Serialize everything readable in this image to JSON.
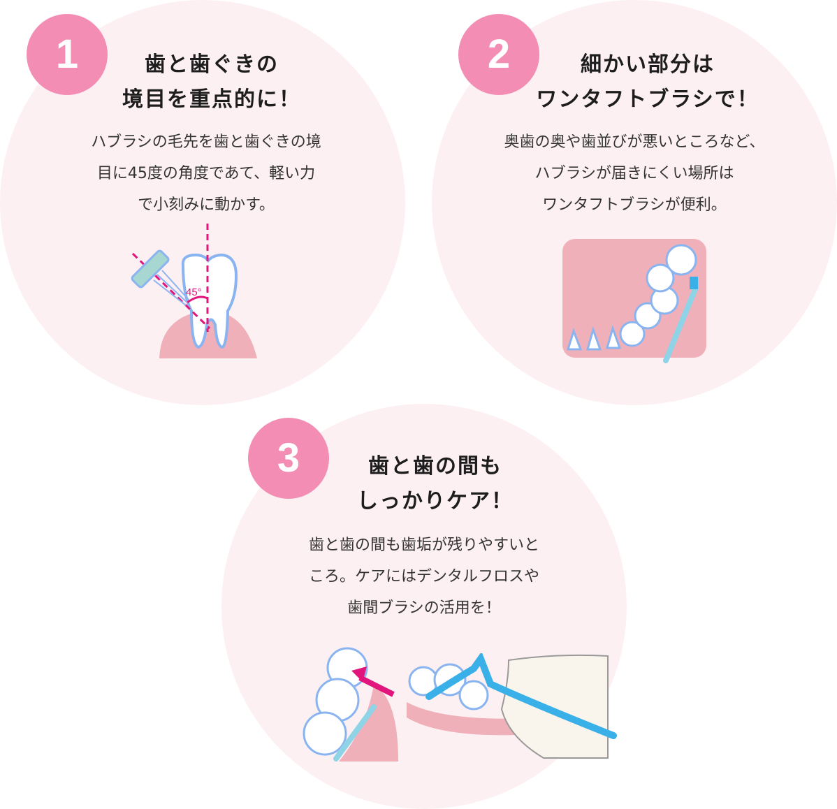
{
  "steps": [
    {
      "number": "1",
      "title": [
        "歯と歯ぐきの",
        "境目を重点的に！"
      ],
      "body": [
        "ハブラシの毛先を歯と歯ぐきの境",
        "目に45度の角度であて、軽い力",
        "で小刻みに動かす。"
      ],
      "angle_label": "45°"
    },
    {
      "number": "2",
      "title": [
        "細かい部分は",
        "ワンタフトブラシで！"
      ],
      "body": [
        "奥歯の奥や歯並びが悪いところなど、",
        "ハブラシが届きにくい場所は",
        "ワンタフトブラシが便利。"
      ]
    },
    {
      "number": "3",
      "title": [
        "歯と歯の間も",
        "しっかりケア！"
      ],
      "body": [
        "歯と歯の間も歯垢が残りやすいと",
        "ころ。ケアにはデンタルフロスや",
        "歯間ブラシの活用を！"
      ]
    }
  ],
  "colors": {
    "circle_bg": "#fdf0f3",
    "badge": "#f48db4",
    "accent_magenta": "#e2157c",
    "gum": "#f0b0b9",
    "tooth_outline": "#8ab4f0",
    "brush_blue": "#3ab0e8"
  }
}
